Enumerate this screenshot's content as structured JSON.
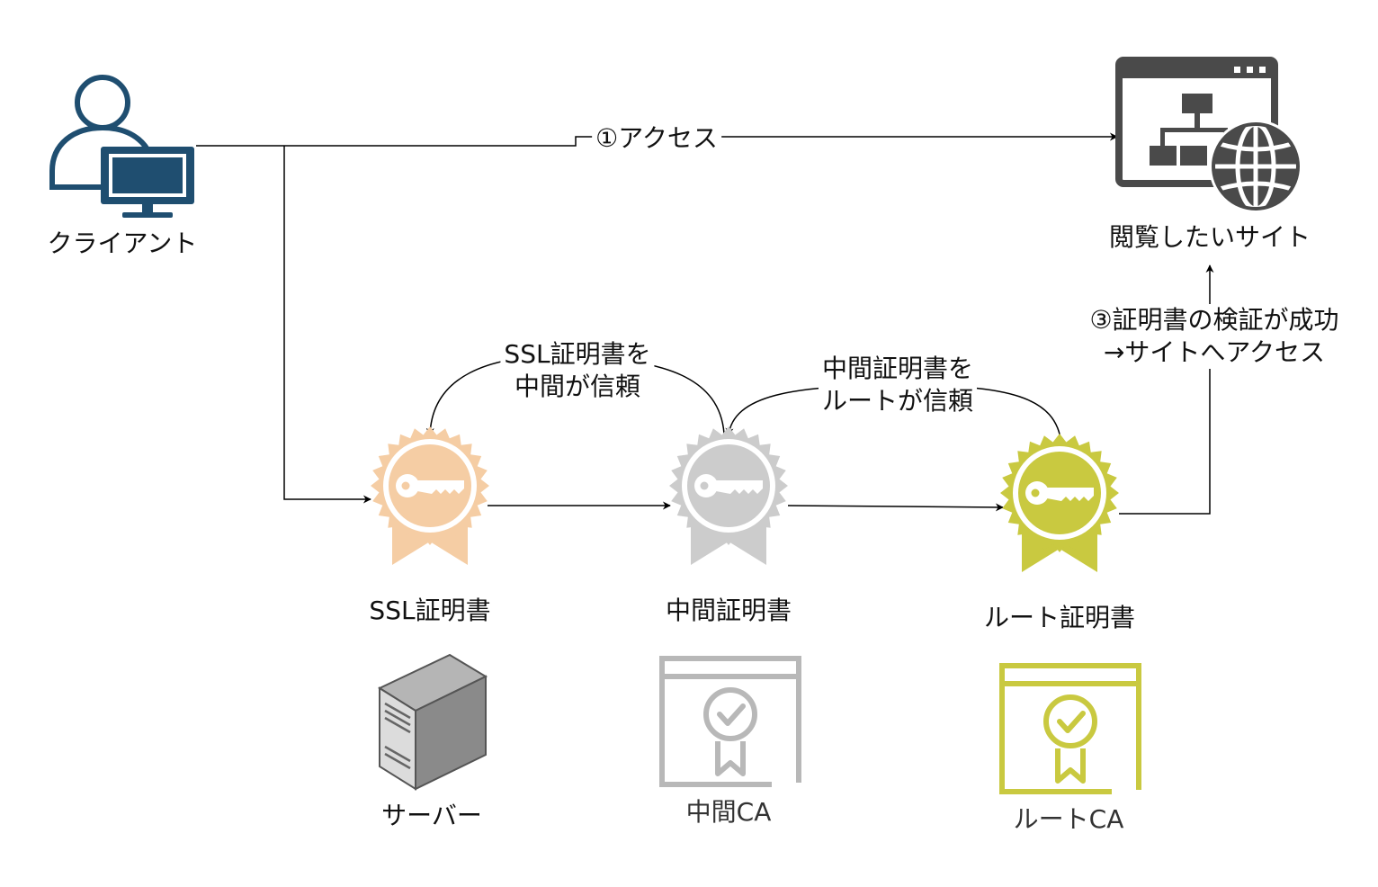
{
  "nodes": {
    "client": {
      "label": "クライアント",
      "color": "#1f4e70"
    },
    "site": {
      "label": "閲覧したいサイト",
      "color": "#4a4a4a"
    },
    "ssl_cert": {
      "label": "SSL証明書",
      "color": "#f5cda4"
    },
    "inter_cert": {
      "label": "中間証明書",
      "color": "#cccccc"
    },
    "root_cert": {
      "label": "ルート証明書",
      "color": "#c9c940"
    },
    "server": {
      "label": "サーバー"
    },
    "inter_ca": {
      "label": "中間CA",
      "color": "#b8b8b8"
    },
    "root_ca": {
      "label": "ルートCA",
      "color": "#c9c940"
    }
  },
  "edges": {
    "access": {
      "label": "①アクセス"
    },
    "ssl_trust": {
      "line1": "SSL証明書を",
      "line2": "中間が信頼"
    },
    "inter_trust": {
      "line1": "中間証明書を",
      "line2": "ルートが信頼"
    },
    "verify": {
      "line1": "③証明書の検証が成功",
      "line2": "→サイトへアクセス"
    }
  }
}
